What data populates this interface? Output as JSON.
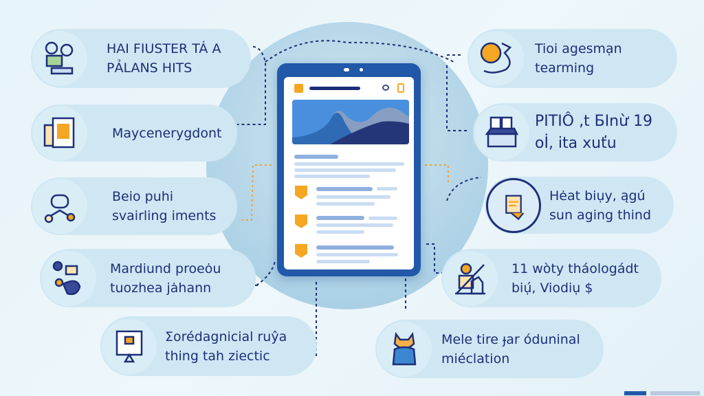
{
  "cards": [
    {
      "id": "left-1",
      "line1": "HAI FIUSTER TÁ A",
      "line2": "PẢLANS HITS",
      "icon": "computer-gears-icon"
    },
    {
      "id": "left-2",
      "line1": "Maycenerygdont",
      "line2": "",
      "icon": "tablet-coin-icon"
    },
    {
      "id": "left-3",
      "line1": "Beio puhi",
      "line2": "svairling iments",
      "icon": "robot-hands-icon"
    },
    {
      "id": "left-4",
      "line1": "Mardiund proeȯu",
      "line2": "tuozhea jȧhann",
      "icon": "shopping-bag-icon"
    },
    {
      "id": "bottom-1",
      "line1": "Ʃorédagnicial ruŷa",
      "line2": "thing tah ziectic",
      "icon": "monitor-trophy-icon"
    },
    {
      "id": "bottom-2",
      "line1": "Mele tire ɟar óduninal",
      "line2": "miéclation",
      "icon": "mascot-icon"
    },
    {
      "id": "right-1",
      "line1": "Tioi agesmạn",
      "line2": "tearming",
      "icon": "coin-flag-icon"
    },
    {
      "id": "right-2",
      "line1": "PITIÔ ‚t БInừ 19",
      "line2": "oİ, ita xuťu",
      "icon": "storefront-icon"
    },
    {
      "id": "right-3",
      "line1": "Hėat biụy, ągú",
      "line2": "sun aging thind",
      "icon": "clipboard-icon"
    },
    {
      "id": "right-4",
      "line1": "11 wòty tháologádt",
      "line2": "biụ́, Viodiụ $",
      "icon": "chart-person-icon"
    }
  ],
  "colors": {
    "accent": "#f5a623",
    "primary": "#1d2f78",
    "phone": "#2158a8",
    "card": "#cfe7f3"
  }
}
